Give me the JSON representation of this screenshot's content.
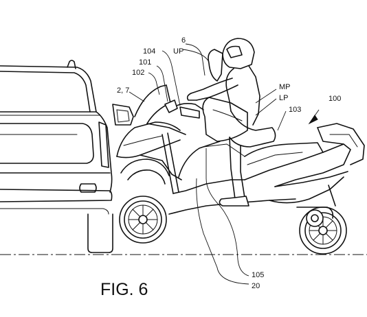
{
  "figure": {
    "title": "FIG. 6",
    "labels": {
      "ref_6": "6",
      "ref_104": "104",
      "ref_up": "UP",
      "ref_101": "101",
      "ref_102": "102",
      "ref_2_7": "2, 7",
      "ref_mp": "MP",
      "ref_lp": "LP",
      "ref_103": "103",
      "ref_100": "100",
      "ref_105": "105",
      "ref_20": "20"
    }
  }
}
